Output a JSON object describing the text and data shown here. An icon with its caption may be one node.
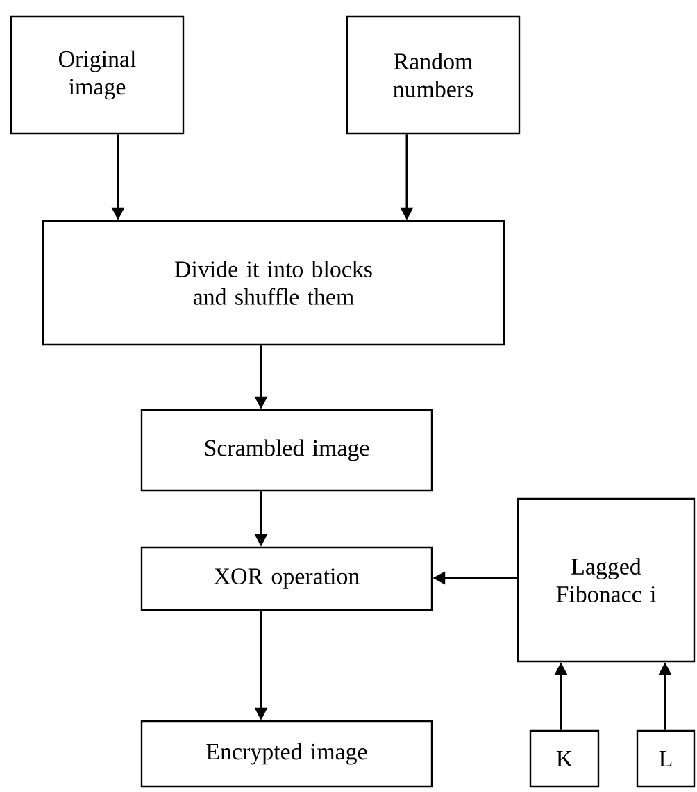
{
  "diagram": {
    "nodes": [
      {
        "text": [
          "Original image"
        ]
      },
      {
        "text": [
          "Random numbers"
        ]
      },
      {
        "text": [
          "Divide it into blocks and shuffle them"
        ]
      },
      {
        "text": [
          "Scrambled image"
        ]
      },
      {
        "text": [
          "XOR operation"
        ]
      },
      {
        "text": [
          "Encrypted image"
        ]
      },
      {
        "text": [
          "Lagged Fibonacc i"
        ]
      },
      {
        "text": [
          "K"
        ]
      },
      {
        "text": [
          "L"
        ]
      }
    ],
    "edges": [
      {
        "from": 0,
        "to": 2,
        "arrow": "to"
      },
      {
        "from": 1,
        "to": 2,
        "arrow": "to"
      },
      {
        "from": 2,
        "to": 3,
        "arrow": "to"
      },
      {
        "from": 3,
        "to": 4,
        "arrow": "to"
      },
      {
        "from": 4,
        "to": 5,
        "arrow": "to"
      },
      {
        "from": 6,
        "to": 4,
        "arrow": "to"
      },
      {
        "from": 7,
        "to": 6,
        "arrow": "to"
      },
      {
        "from": 8,
        "to": 6,
        "arrow": "to"
      }
    ]
  }
}
